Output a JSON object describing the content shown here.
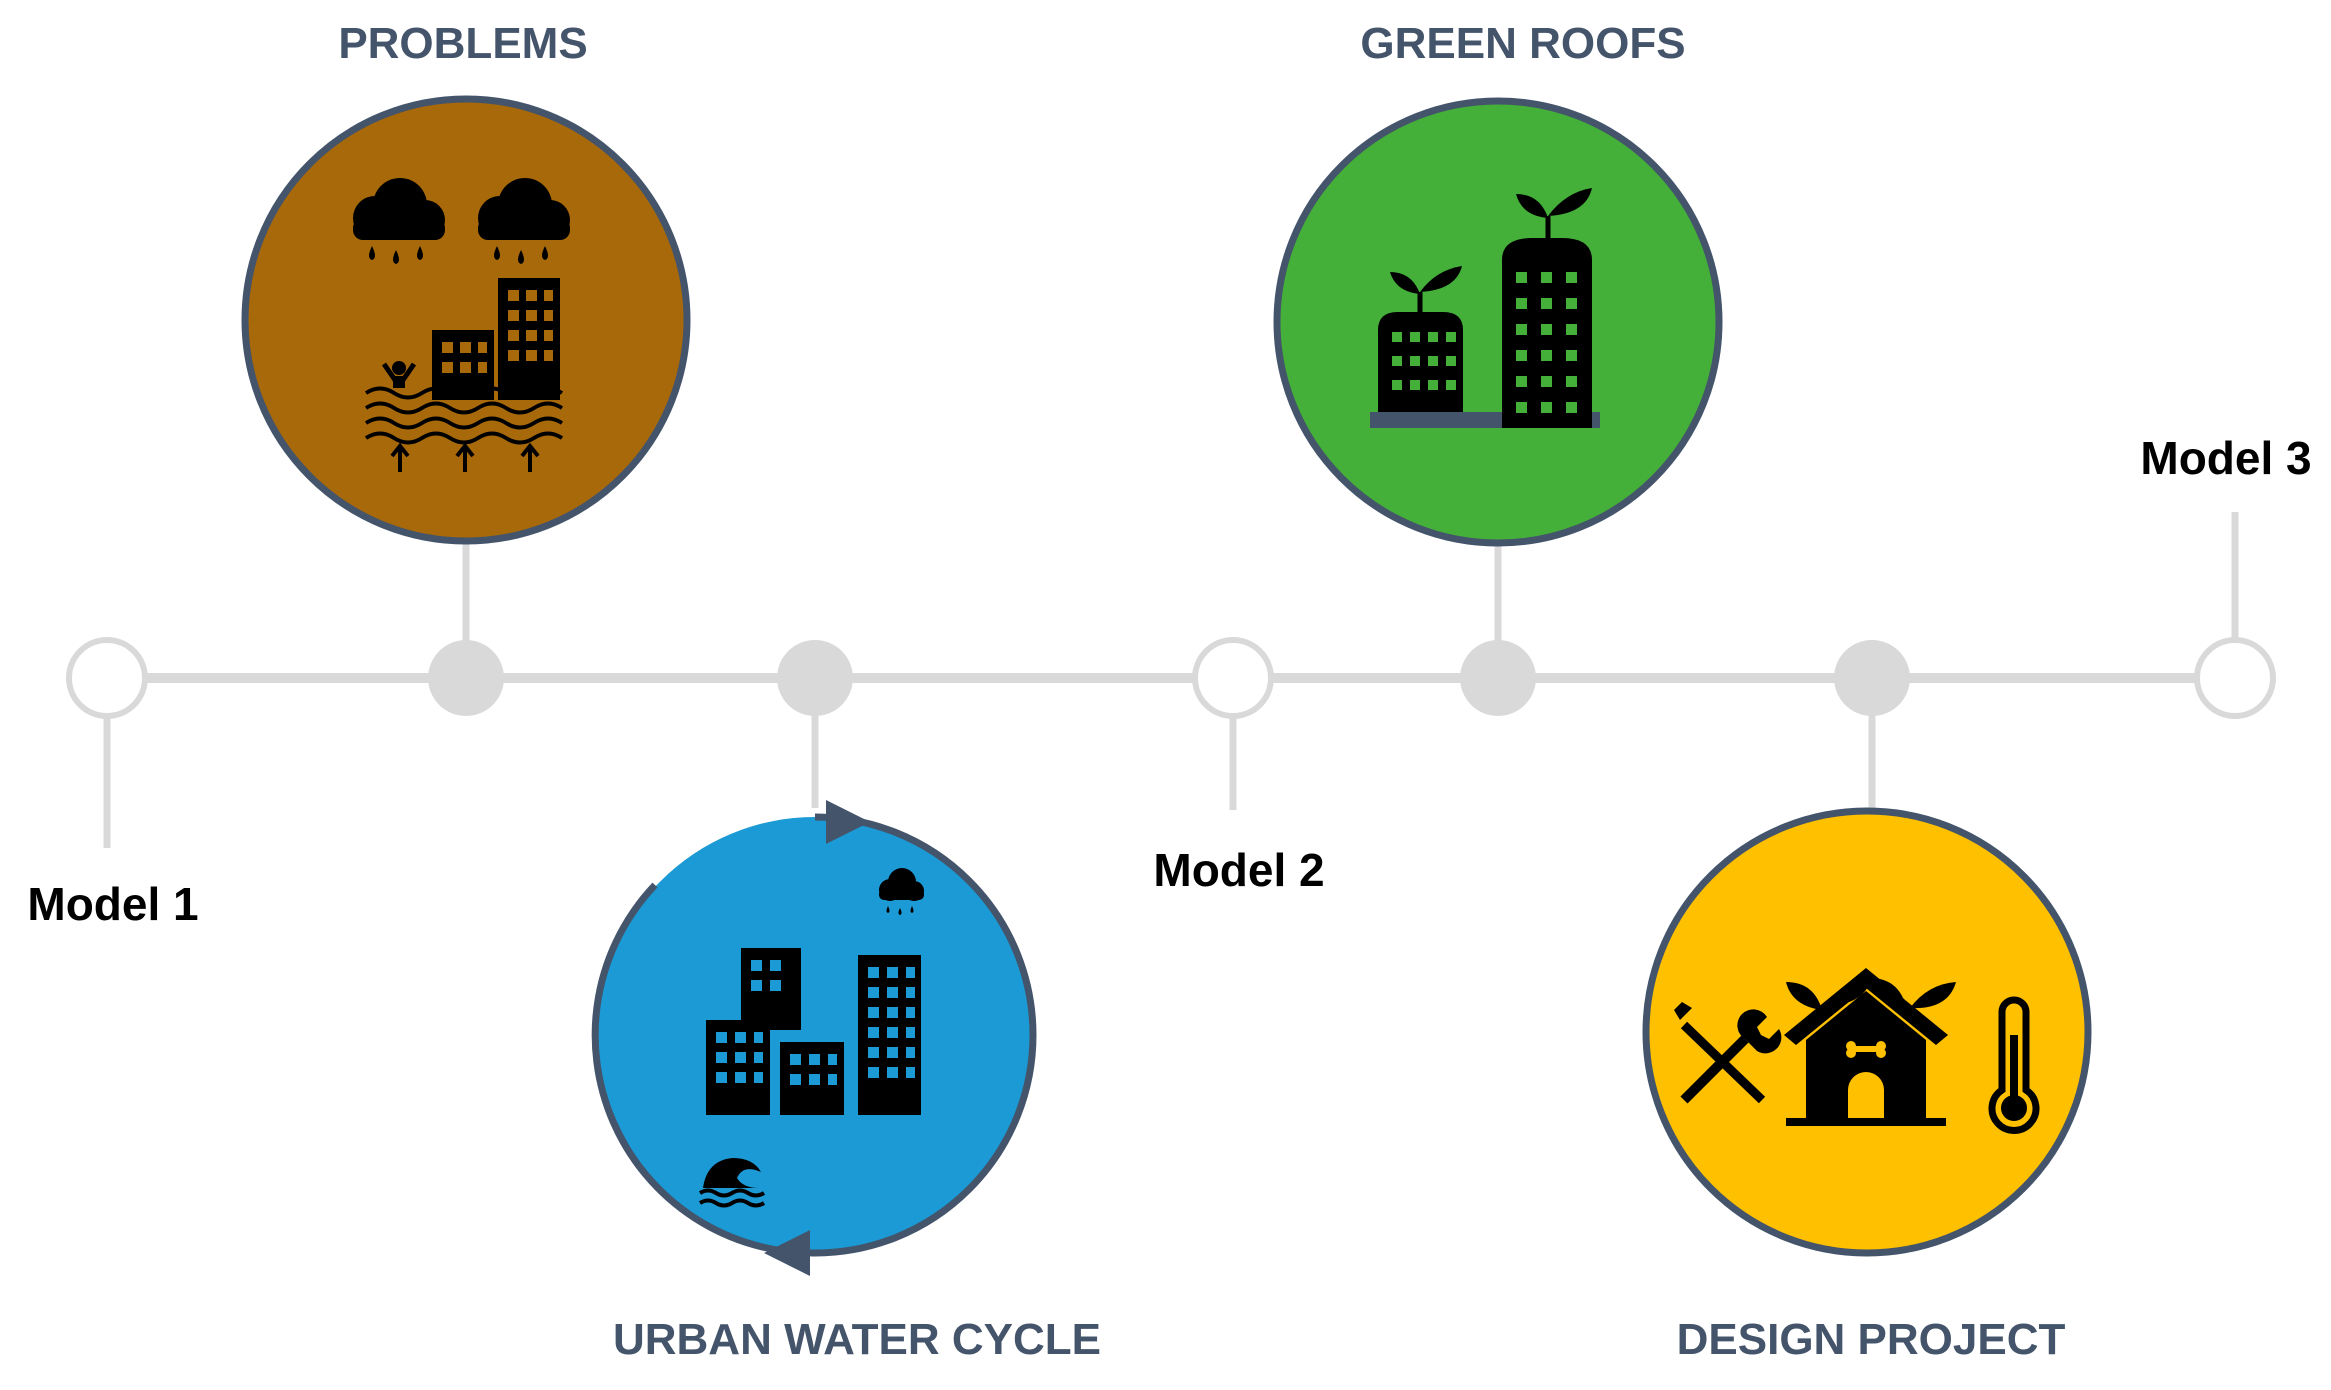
{
  "timeline": {
    "models": [
      "Model 1",
      "Model 2",
      "Model 3"
    ]
  },
  "topics": {
    "problems": {
      "label": "PROBLEMS",
      "color": "#a8690a"
    },
    "urban_water_cycle": {
      "label": "URBAN WATER CYCLE",
      "color": "#1c9ad6"
    },
    "green_roofs": {
      "label": "GREEN ROOFS",
      "color": "#44b03a"
    },
    "design_project": {
      "label": "DESIGN PROJECT",
      "color": "#ffc000"
    }
  },
  "colors": {
    "timeline_line": "#d9d9d9",
    "circle_border": "#44546a",
    "label_text": "#44546a"
  }
}
